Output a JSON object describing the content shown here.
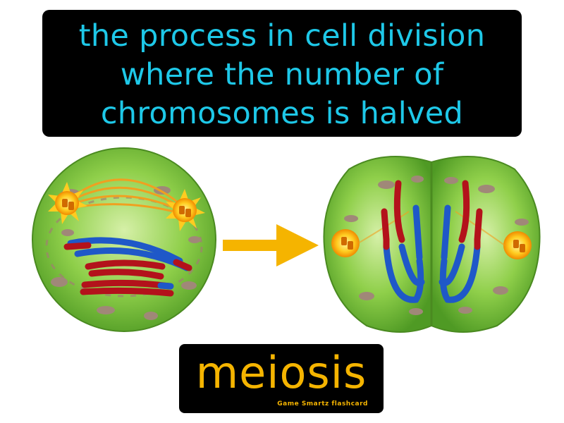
{
  "card": {
    "definition_lines": [
      "the process in cell division",
      "where the number of",
      "chromosomes is halved"
    ],
    "term": "meiosis",
    "credit": "Game Smartz flashcard"
  },
  "colors": {
    "definition_text": "#1ec8e8",
    "term_text": "#f5b400",
    "box_background": "#000000",
    "cell_green": "#7cc23e",
    "arrow": "#f5b400",
    "chromosome_red": "#b3121b",
    "chromosome_blue": "#1f58c8"
  },
  "illustration": {
    "left_image": "cell-metaphase-illustration",
    "arrow": "arrow-right-icon",
    "right_image": "cell-division-illustration"
  }
}
